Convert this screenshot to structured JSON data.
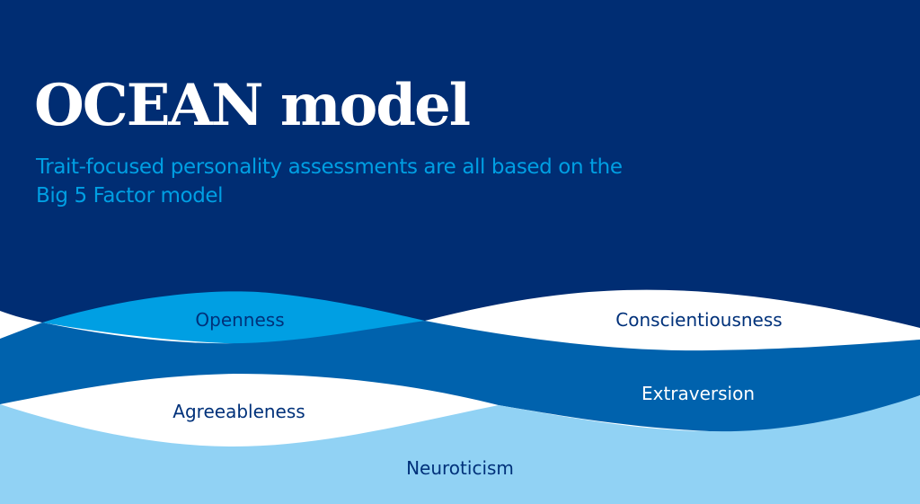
{
  "header": {
    "title": "OCEAN model",
    "subtitle": "Trait-focused personality assessments are all based on the Big 5 Factor model"
  },
  "traits": [
    {
      "label": "Openness",
      "color": "#009FE3",
      "text_color": "#00317A"
    },
    {
      "label": "Conscientiousness",
      "color": "#FFFFFF",
      "text_color": "#00317A"
    },
    {
      "label": "Agreeableness",
      "color": "#FFFFFF",
      "text_color": "#00317A"
    },
    {
      "label": "Extraversion",
      "color": "#0062AD",
      "text_color": "#FFFFFF"
    },
    {
      "label": "Neuroticism",
      "color": "#91D2F4",
      "text_color": "#00317A"
    }
  ],
  "colors": {
    "background": "#002D73",
    "subtitle": "#009FE3"
  }
}
